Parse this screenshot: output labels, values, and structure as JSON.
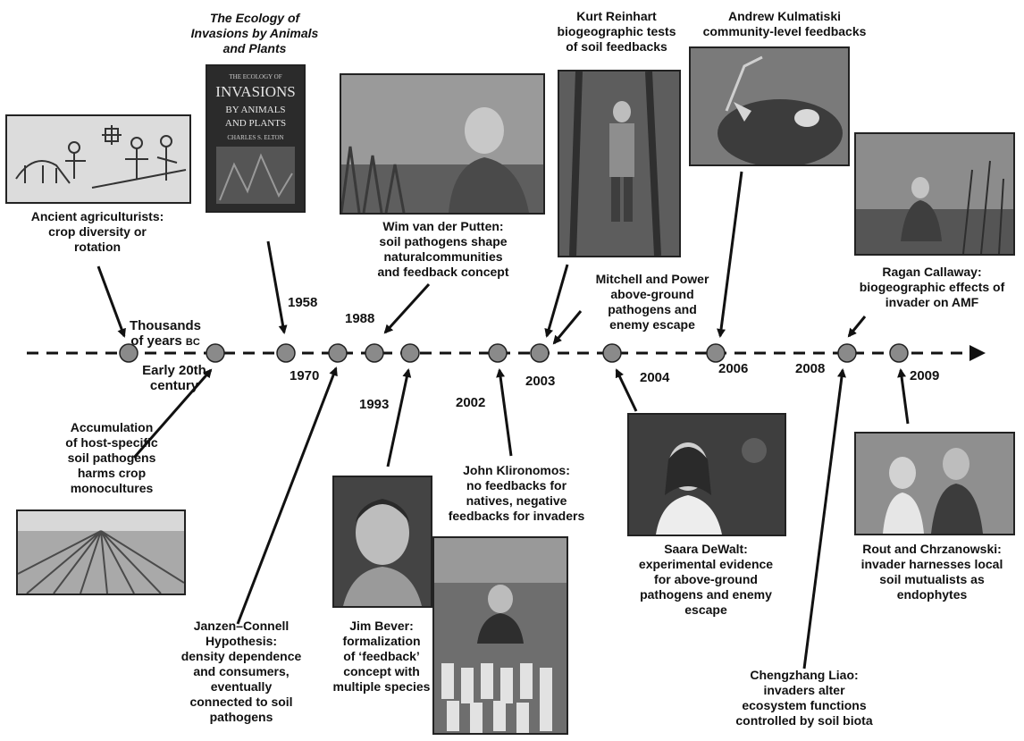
{
  "entries": [
    {
      "id": "ancient",
      "caption": "Ancient agriculturists:\ncrop diversity or\nrotation"
    },
    {
      "id": "elton",
      "caption": "The Ecology of\nInvasions by Animals\nand Plants",
      "book_title_on_cover": "THE ECOLOGY OF INVASIONS BY ANIMALS AND PLANTS",
      "book_author_on_cover": "CHARLES S. ELTON"
    },
    {
      "id": "vanderputten",
      "caption": "Wim van der Putten:\nsoil  pathogens shape\nnaturalcommunities\nand feedback concept"
    },
    {
      "id": "reinhart",
      "caption": "Kurt Reinhart\nbiogeographic tests\nof soil feedbacks"
    },
    {
      "id": "kulmatiski",
      "caption": "Andrew Kulmatiski\ncommunity-level feedbacks"
    },
    {
      "id": "mitchell",
      "caption": "Mitchell and Power\nabove-ground\npathogens and\nenemy escape"
    },
    {
      "id": "callaway",
      "caption": "Ragan Callaway:\nbiogeographic effects of\ninvader on AMF"
    },
    {
      "id": "accumulation",
      "caption": "Accumulation\nof host-specific\nsoil pathogens\nharms crop\nmonocultures"
    },
    {
      "id": "janzen",
      "caption": "Janzen–Connell\nHypothesis:\ndensity dependence\nand consumers,\neventually\nconnected to soil\npathogens"
    },
    {
      "id": "bever",
      "caption": "Jim Bever:\nformalization\nof ‘feedback’\nconcept with\nmultiple species"
    },
    {
      "id": "klironomos",
      "caption": "John Klironomos:\nno feedbacks for\nnatives, negative\nfeedbacks for invaders"
    },
    {
      "id": "dewalt",
      "caption": "Saara DeWalt:\nexperimental evidence\nfor above-ground\npathogens and enemy\nescape"
    },
    {
      "id": "rout",
      "caption": "Rout and Chrzanowski:\ninvader harnesses local\nsoil mutualists as\nendophytes"
    },
    {
      "id": "liao",
      "caption": "Chengzhang Liao:\ninvaders alter\necosystem functions\ncontrolled by soil biota"
    }
  ],
  "timeline": {
    "labels": {
      "bc_main": "Thousands\nof years",
      "bc_suffix": "BC",
      "early20": "Early 20th\ncentury",
      "y1958": "1958",
      "y1970": "1970",
      "y1988": "1988",
      "y1993": "1993",
      "y2002": "2002",
      "y2003": "2003",
      "y2004": "2004",
      "y2006": "2006",
      "y2008": "2008",
      "y2009": "2009"
    }
  },
  "colors": {
    "line": "#111111",
    "dot_fill": "#8a8a8a",
    "dot_stroke": "#222222",
    "photo_dark": "#4a4a4a",
    "photo_mid": "#7d7d7d",
    "photo_light": "#b5b5b5"
  }
}
